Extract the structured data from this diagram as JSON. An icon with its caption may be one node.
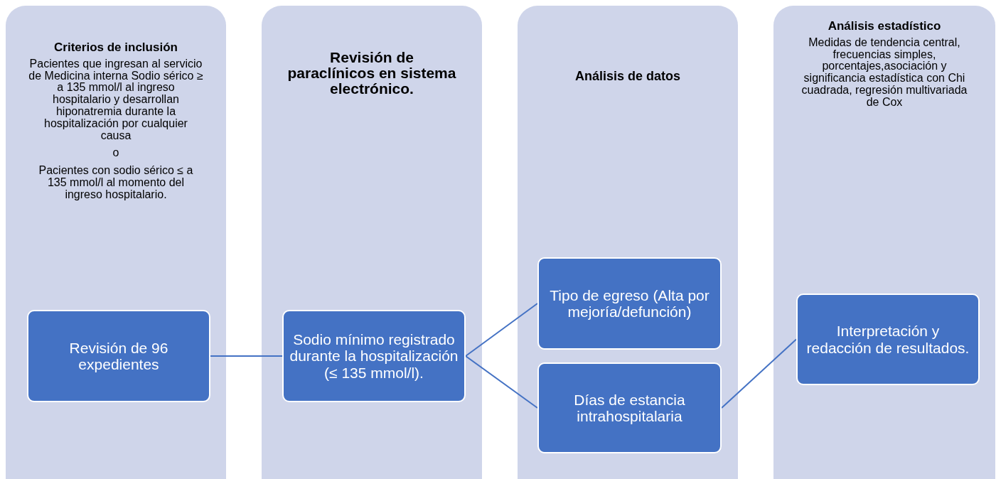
{
  "diagram": {
    "nodes": [
      {
        "text": [
          "Criterios de inclusión",
          "Pacientes que ingresan al servicio de Medicina interna Sodio sérico ≥ a 135 mmol/l al ingreso hospitalario y desarrollan hiponatremia durante la hospitalización por cualquier causa",
          "o",
          "Pacientes con sodio sérico ≤ a 135 mmol/l al momento del ingreso hospitalario."
        ]
      },
      {
        "text": [
          "Revisión de 96 expedientes"
        ],
        "in": 0
      },
      {
        "text": [
          "Revisión de paraclínicos en sistema electrónico."
        ]
      },
      {
        "text": [
          "Sodio mínimo registrado durante la hospitalización (≤ 135 mmol/l)."
        ],
        "in": 2
      },
      {
        "text": [
          "Análisis de datos"
        ]
      },
      {
        "text": [
          "Tipo de egreso (Alta por mejoría/defunción)"
        ],
        "in": 4
      },
      {
        "text": [
          "Días de estancia intrahospitalaria"
        ],
        "in": 4
      },
      {
        "text": [
          "Análisis estadístico",
          "Medidas de tendencia central, frecuencias simples, porcentajes,asociación y significancia estadística con Chi cuadrada, regresión multivariada de Cox"
        ]
      },
      {
        "text": [
          "Interpretación y redacción de resultados."
        ],
        "in": 7
      }
    ],
    "edges": [
      {
        "from": 1,
        "to": 3,
        "arrow": "none"
      },
      {
        "from": 3,
        "to": 5,
        "arrow": "none"
      },
      {
        "from": 3,
        "to": 6,
        "arrow": "none"
      },
      {
        "from": 6,
        "to": 8,
        "arrow": "none"
      }
    ]
  }
}
